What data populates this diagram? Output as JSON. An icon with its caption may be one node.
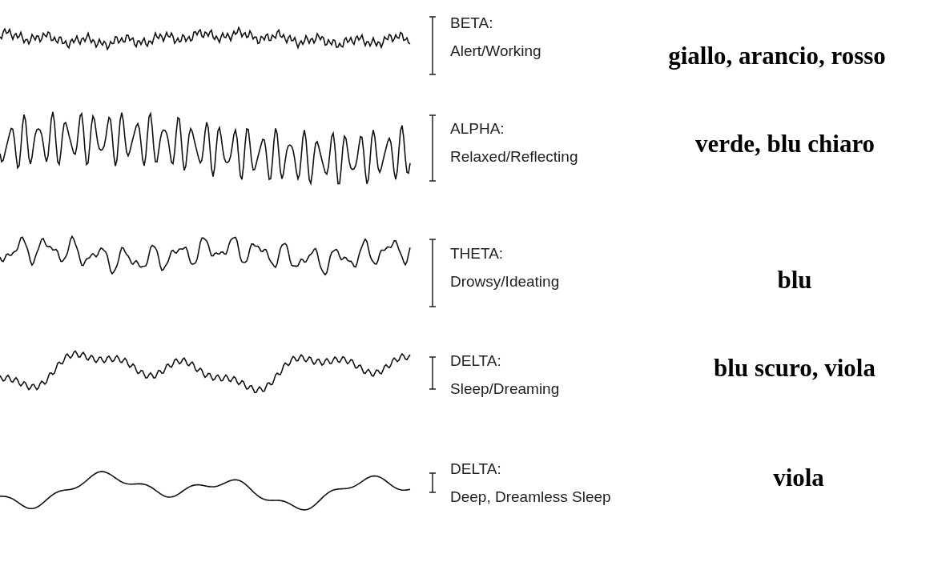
{
  "diagram": {
    "labels": [
      "BETA:",
      "Alert/Working",
      "giallo, arancio, rosso",
      "ALPHA:",
      "Relaxed/Reflecting",
      "verde, blu chiaro",
      "THETA:",
      "Drowsy/Ideating",
      "blu",
      "DELTA:",
      "Sleep/Dreaming",
      "blu scuro, viola",
      "DELTA:",
      "Deep, Dreamless Sleep",
      "viola"
    ]
  }
}
